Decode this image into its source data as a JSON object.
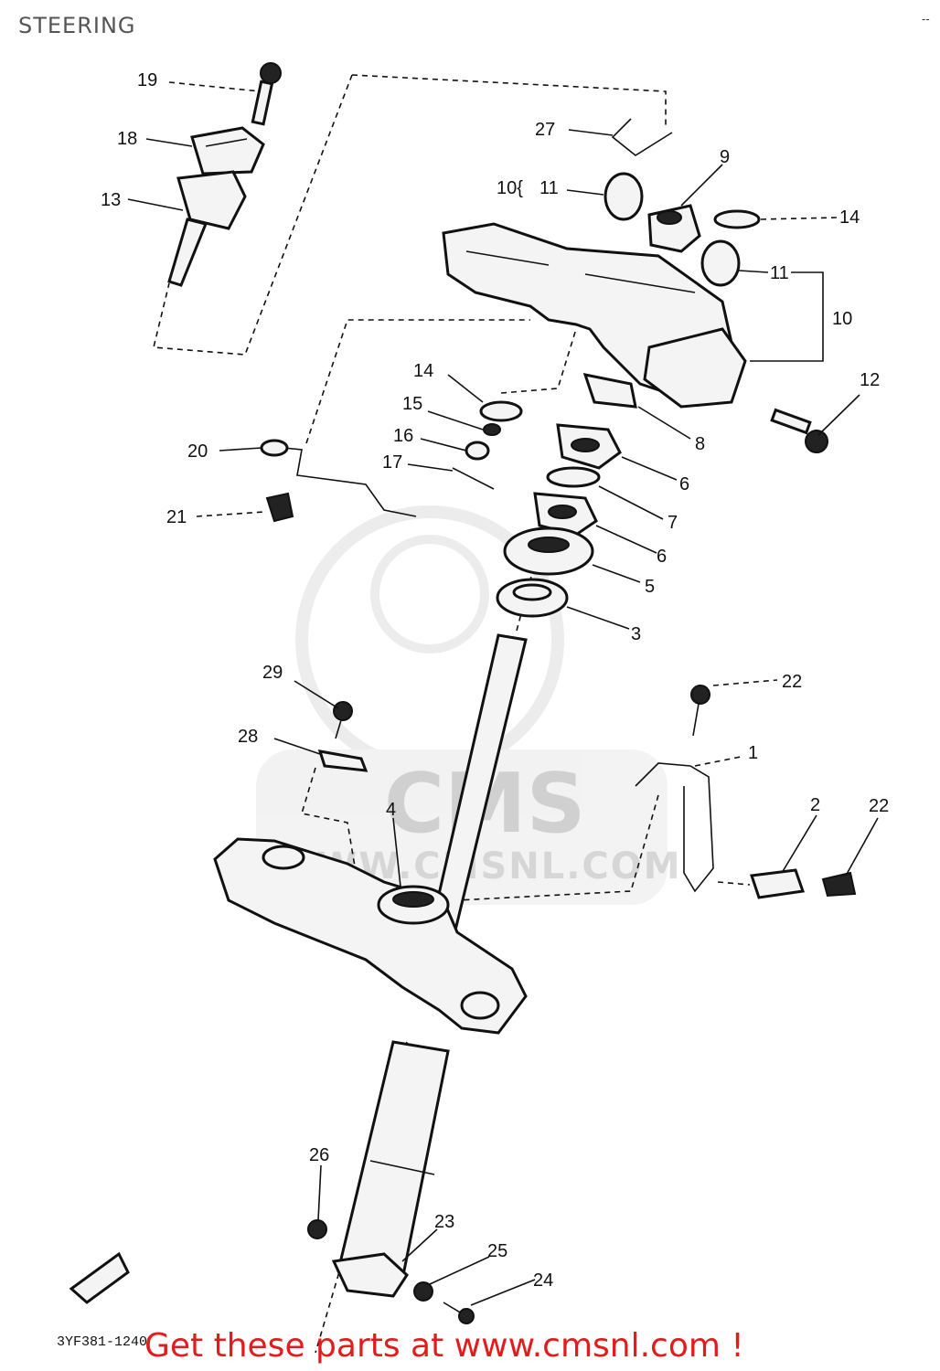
{
  "page": {
    "title": "STEERING",
    "corner_mark": "--",
    "watermark_logo": "CMS",
    "watermark_url": "WWW.CMSNL.COM",
    "drawing_code": "3YF381-1240",
    "promo": "Get these parts at www.cmsnl.com !"
  },
  "callouts": {
    "n19": "19",
    "n18": "18",
    "n13": "13",
    "n27": "27",
    "n9": "9",
    "n10a": "10{",
    "n11a": "11",
    "n14a": "14",
    "n11b": "11",
    "n10b": "10",
    "n12": "12",
    "n14b": "14",
    "n15": "15",
    "n16": "16",
    "n17": "17",
    "n20": "20",
    "n21": "21",
    "n8": "8",
    "n6a": "6",
    "n7": "7",
    "n6b": "6",
    "n5": "5",
    "n3": "3",
    "n29": "29",
    "n28": "28",
    "n4": "4",
    "n22a": "22",
    "n1": "1",
    "n2": "2",
    "n22b": "22",
    "n26": "26",
    "n23": "23",
    "n25": "25",
    "n24": "24"
  }
}
